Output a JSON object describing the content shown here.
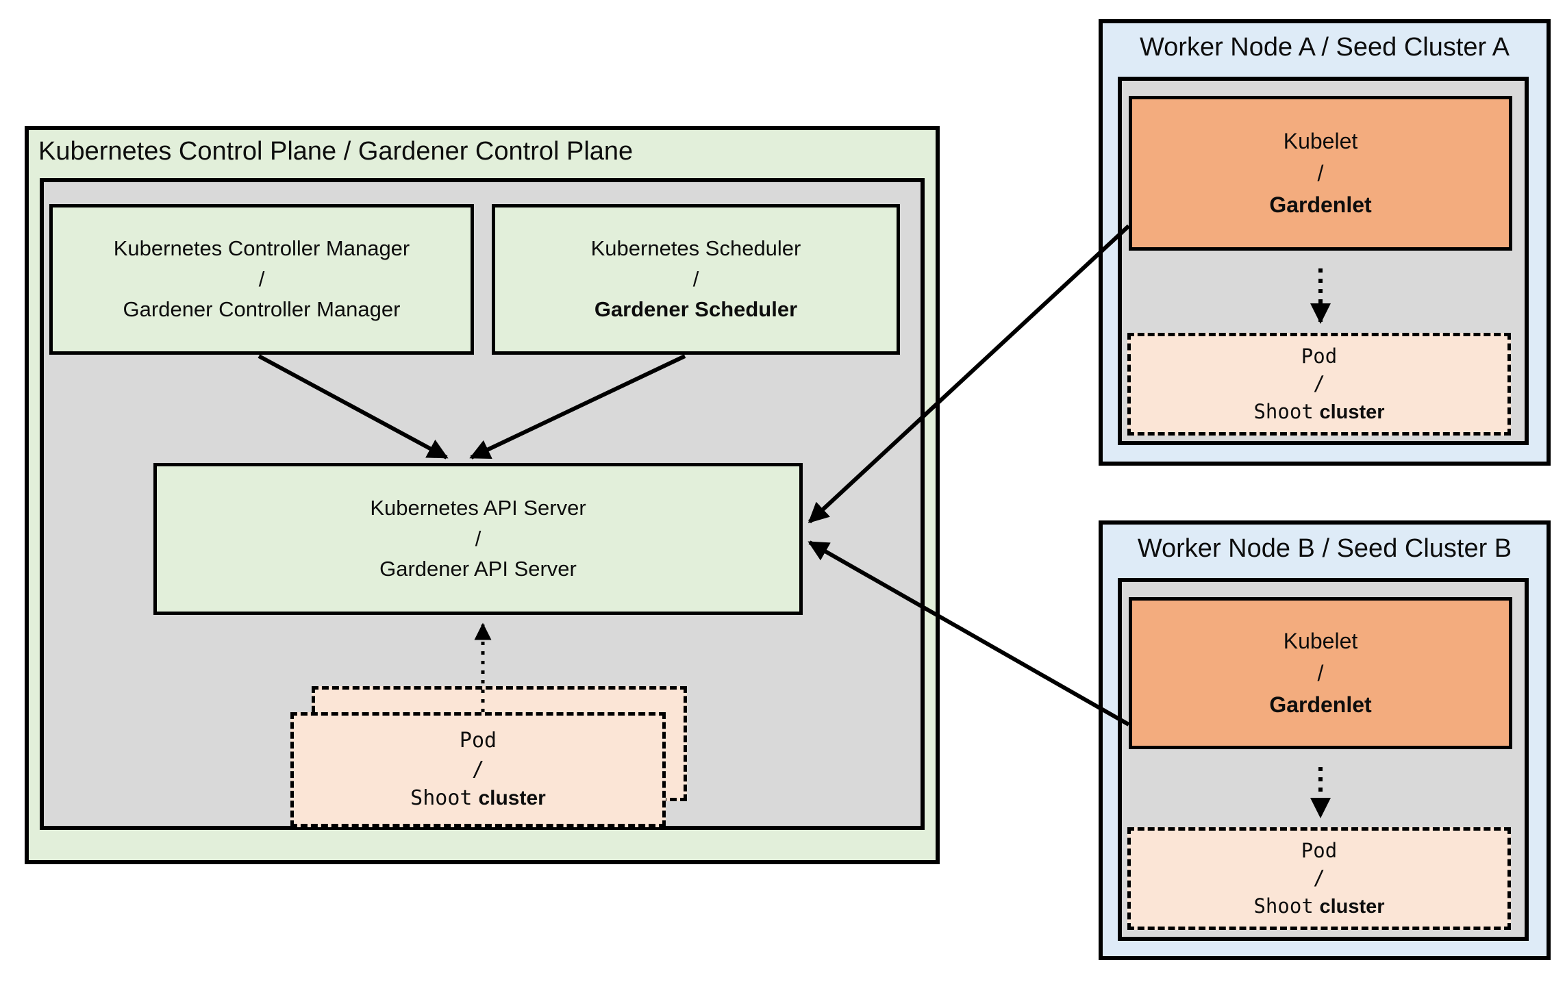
{
  "diagram": {
    "control_plane": {
      "title": "Kubernetes Control Plane / Gardener Control Plane",
      "controller_manager": {
        "line1": "Kubernetes Controller Manager",
        "line2": "/",
        "line3": "Gardener Controller Manager"
      },
      "scheduler": {
        "line1": "Kubernetes Scheduler",
        "line2": "/",
        "line3": "Gardener Scheduler"
      },
      "api_server": {
        "line1": "Kubernetes API Server",
        "line2": "/",
        "line3": "Gardener API Server"
      },
      "pod_stack": {
        "line1": "Pod",
        "line2": "/",
        "line3_mono": "Shoot",
        "line3_sans": "cluster"
      }
    },
    "worker_node_a": {
      "title": "Worker Node A / Seed Cluster A",
      "kubelet": {
        "line1": "Kubelet",
        "line2": "/",
        "line3": "Gardenlet"
      },
      "pod": {
        "line1": "Pod",
        "line2": "/",
        "line3_mono": "Shoot",
        "line3_sans": "cluster"
      }
    },
    "worker_node_b": {
      "title": "Worker Node B / Seed Cluster B",
      "kubelet": {
        "line1": "Kubelet",
        "line2": "/",
        "line3": "Gardenlet"
      },
      "pod": {
        "line1": "Pod",
        "line2": "/",
        "line3_mono": "Shoot",
        "line3_sans": "cluster"
      }
    }
  },
  "colors": {
    "background": "#FFFFFF",
    "light_green": "#E2EFDA",
    "gray": "#D9D9D9",
    "light_blue": "#DEEBF7",
    "orange": "#F3AC7E",
    "peach": "#FBE5D6",
    "line_black": "#000000"
  }
}
